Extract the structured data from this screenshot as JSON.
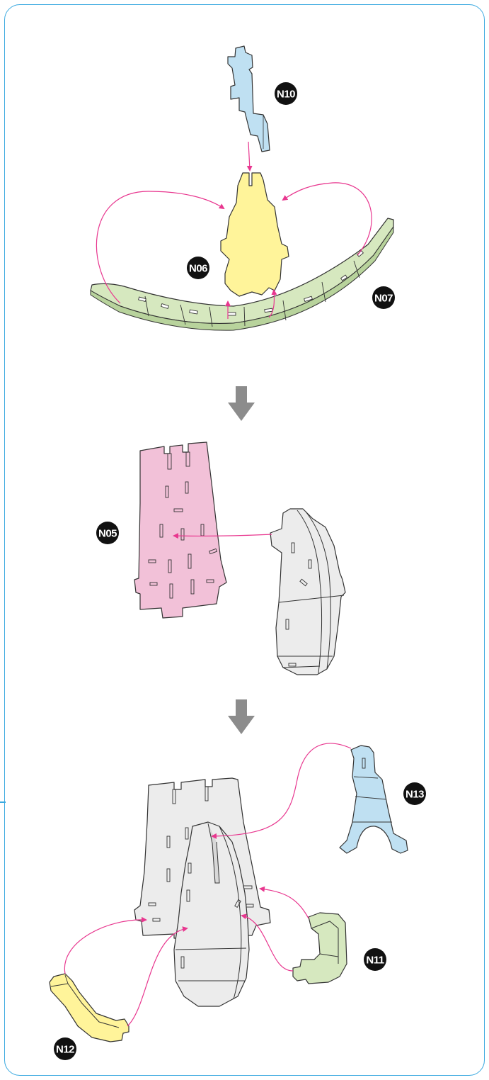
{
  "colors": {
    "frame": "#3aa9e0",
    "arrow_magenta": "#e8378f",
    "step_arrow": "#8c8c8c",
    "blue_part": "#bfe0f2",
    "yellow_part": "#fff49a",
    "green_part": "#d6e8bf",
    "pink_part": "#f2c1d8",
    "grey_part": "#ececec",
    "outline": "#333333",
    "label_bg": "#111111"
  },
  "labels": {
    "n10": "N10",
    "n06": "N06",
    "n07": "N07",
    "n05": "N05",
    "n13": "N13",
    "n11": "N11",
    "n12": "N12"
  },
  "icons": {
    "step_arrow_1": "down-arrow-icon",
    "step_arrow_2": "down-arrow-icon"
  }
}
